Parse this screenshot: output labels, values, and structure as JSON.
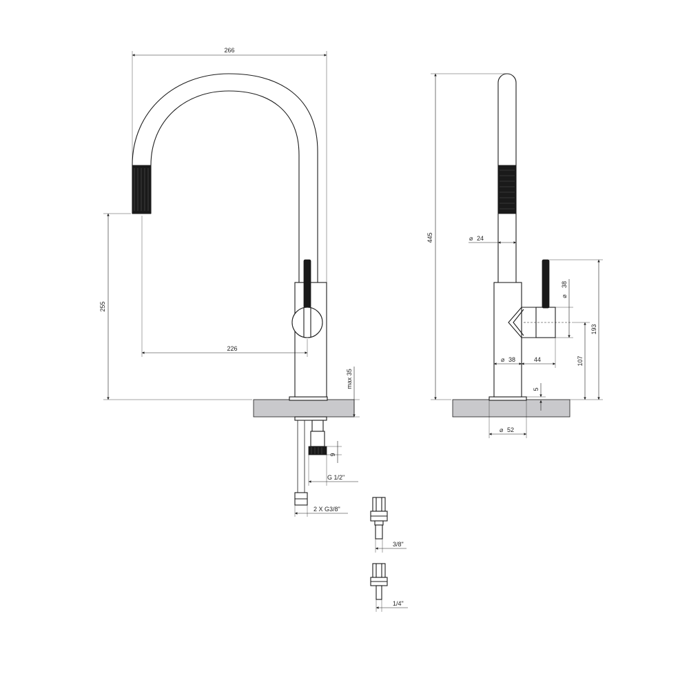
{
  "diagram": {
    "front_view": {
      "dimensions": {
        "spout_reach_total": "266",
        "spout_height": "255",
        "outlet_to_body": "226",
        "deck_thickness": "max 35",
        "thread_length": "9",
        "inlet_thread": "G 1/2\"",
        "hose_connections": "2 X G3/8\""
      }
    },
    "side_view": {
      "dimensions": {
        "total_height": "445",
        "spout_diameter": "24",
        "lever_diameter": "38",
        "lever_height": "193",
        "lever_axis_height": "107",
        "body_diameter": "38",
        "lever_reach": "44",
        "base_height": "5",
        "base_diameter": "52"
      }
    },
    "adapters": [
      {
        "label": "3/8\""
      },
      {
        "label": "1/4\""
      }
    ],
    "symbols": {
      "diameter": "⌀"
    },
    "colors": {
      "line": "#1a1a1a",
      "countertop": "#c9c9cc",
      "grip": "#1a1a1a"
    }
  }
}
